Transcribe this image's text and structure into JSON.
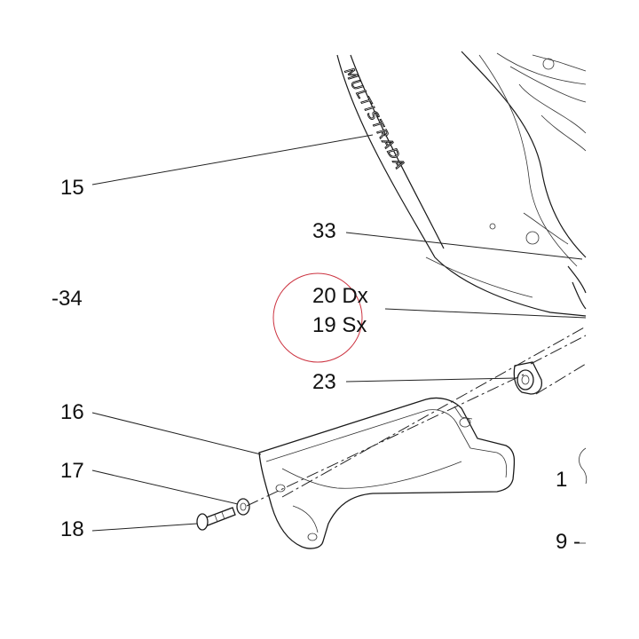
{
  "labels": {
    "l15": "15",
    "l34": "-34",
    "l33": "33",
    "l20": "20 Dx",
    "l19": "19 Sx",
    "l23": "23",
    "l16": "16",
    "l17": "17",
    "l18": "18",
    "l1": "1",
    "l9": "9 -"
  },
  "decal": "MULTISTRADA",
  "colors": {
    "highlight_circle": "#cc3340",
    "line": "#1a1a1a"
  }
}
